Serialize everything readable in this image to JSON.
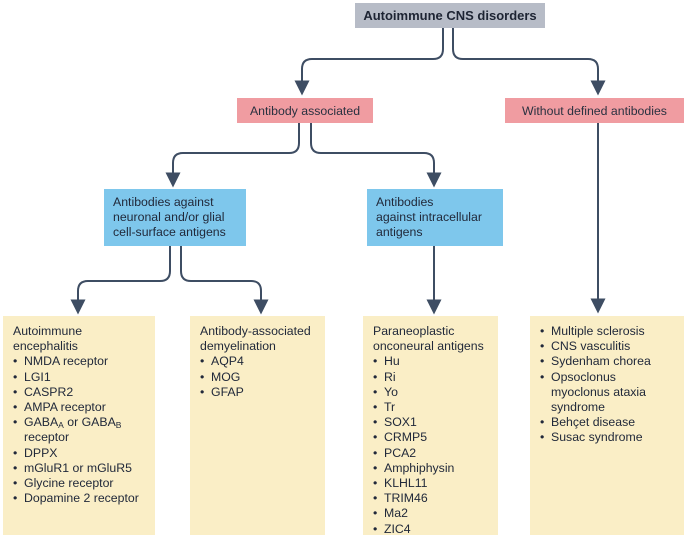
{
  "colors": {
    "root_box": "#b7bcc7",
    "antibody_level_box": "#f09ca1",
    "antigen_level_box": "#7ec7ec",
    "leaf_box": "#faeec6",
    "connector": "#3e4d63",
    "text": "#21293a"
  },
  "root": {
    "label": "Autoimmune CNS disorders"
  },
  "level1": {
    "antibody_associated": "Antibody associated",
    "without_defined": "Without defined antibodies"
  },
  "level2": {
    "cell_surface": "Antibodies against\nneuronal and/or glial\ncell-surface antigens",
    "intracellular": "Antibodies\nagainst intracellular\nantigens"
  },
  "leaf_boxes": [
    {
      "title": "Autoimmune\nencephalitis",
      "items": [
        "NMDA receptor",
        "LGI1",
        "CASPR2",
        "AMPA receptor",
        "GABA[A] or GABA[B] receptor",
        "DPPX",
        "mGluR1 or mGluR5",
        "Glycine receptor",
        "Dopamine 2 receptor"
      ]
    },
    {
      "title": "Antibody-associated\ndemyelination",
      "items": [
        "AQP4",
        "MOG",
        "GFAP"
      ]
    },
    {
      "title": "Paraneoplastic\nonconeural antigens",
      "items": [
        "Hu",
        "Ri",
        "Yo",
        "Tr",
        "SOX1",
        "CRMP5",
        "PCA2",
        "Amphiphysin",
        "KLHL11",
        "TRIM46",
        "Ma2",
        "ZIC4"
      ]
    },
    {
      "title": "",
      "items": [
        "Multiple sclerosis",
        "CNS vasculitis",
        "Sydenham chorea",
        "Opsoclonus myoclonus ataxia syndrome",
        "Behçet disease",
        "Susac syndrome"
      ]
    }
  ]
}
